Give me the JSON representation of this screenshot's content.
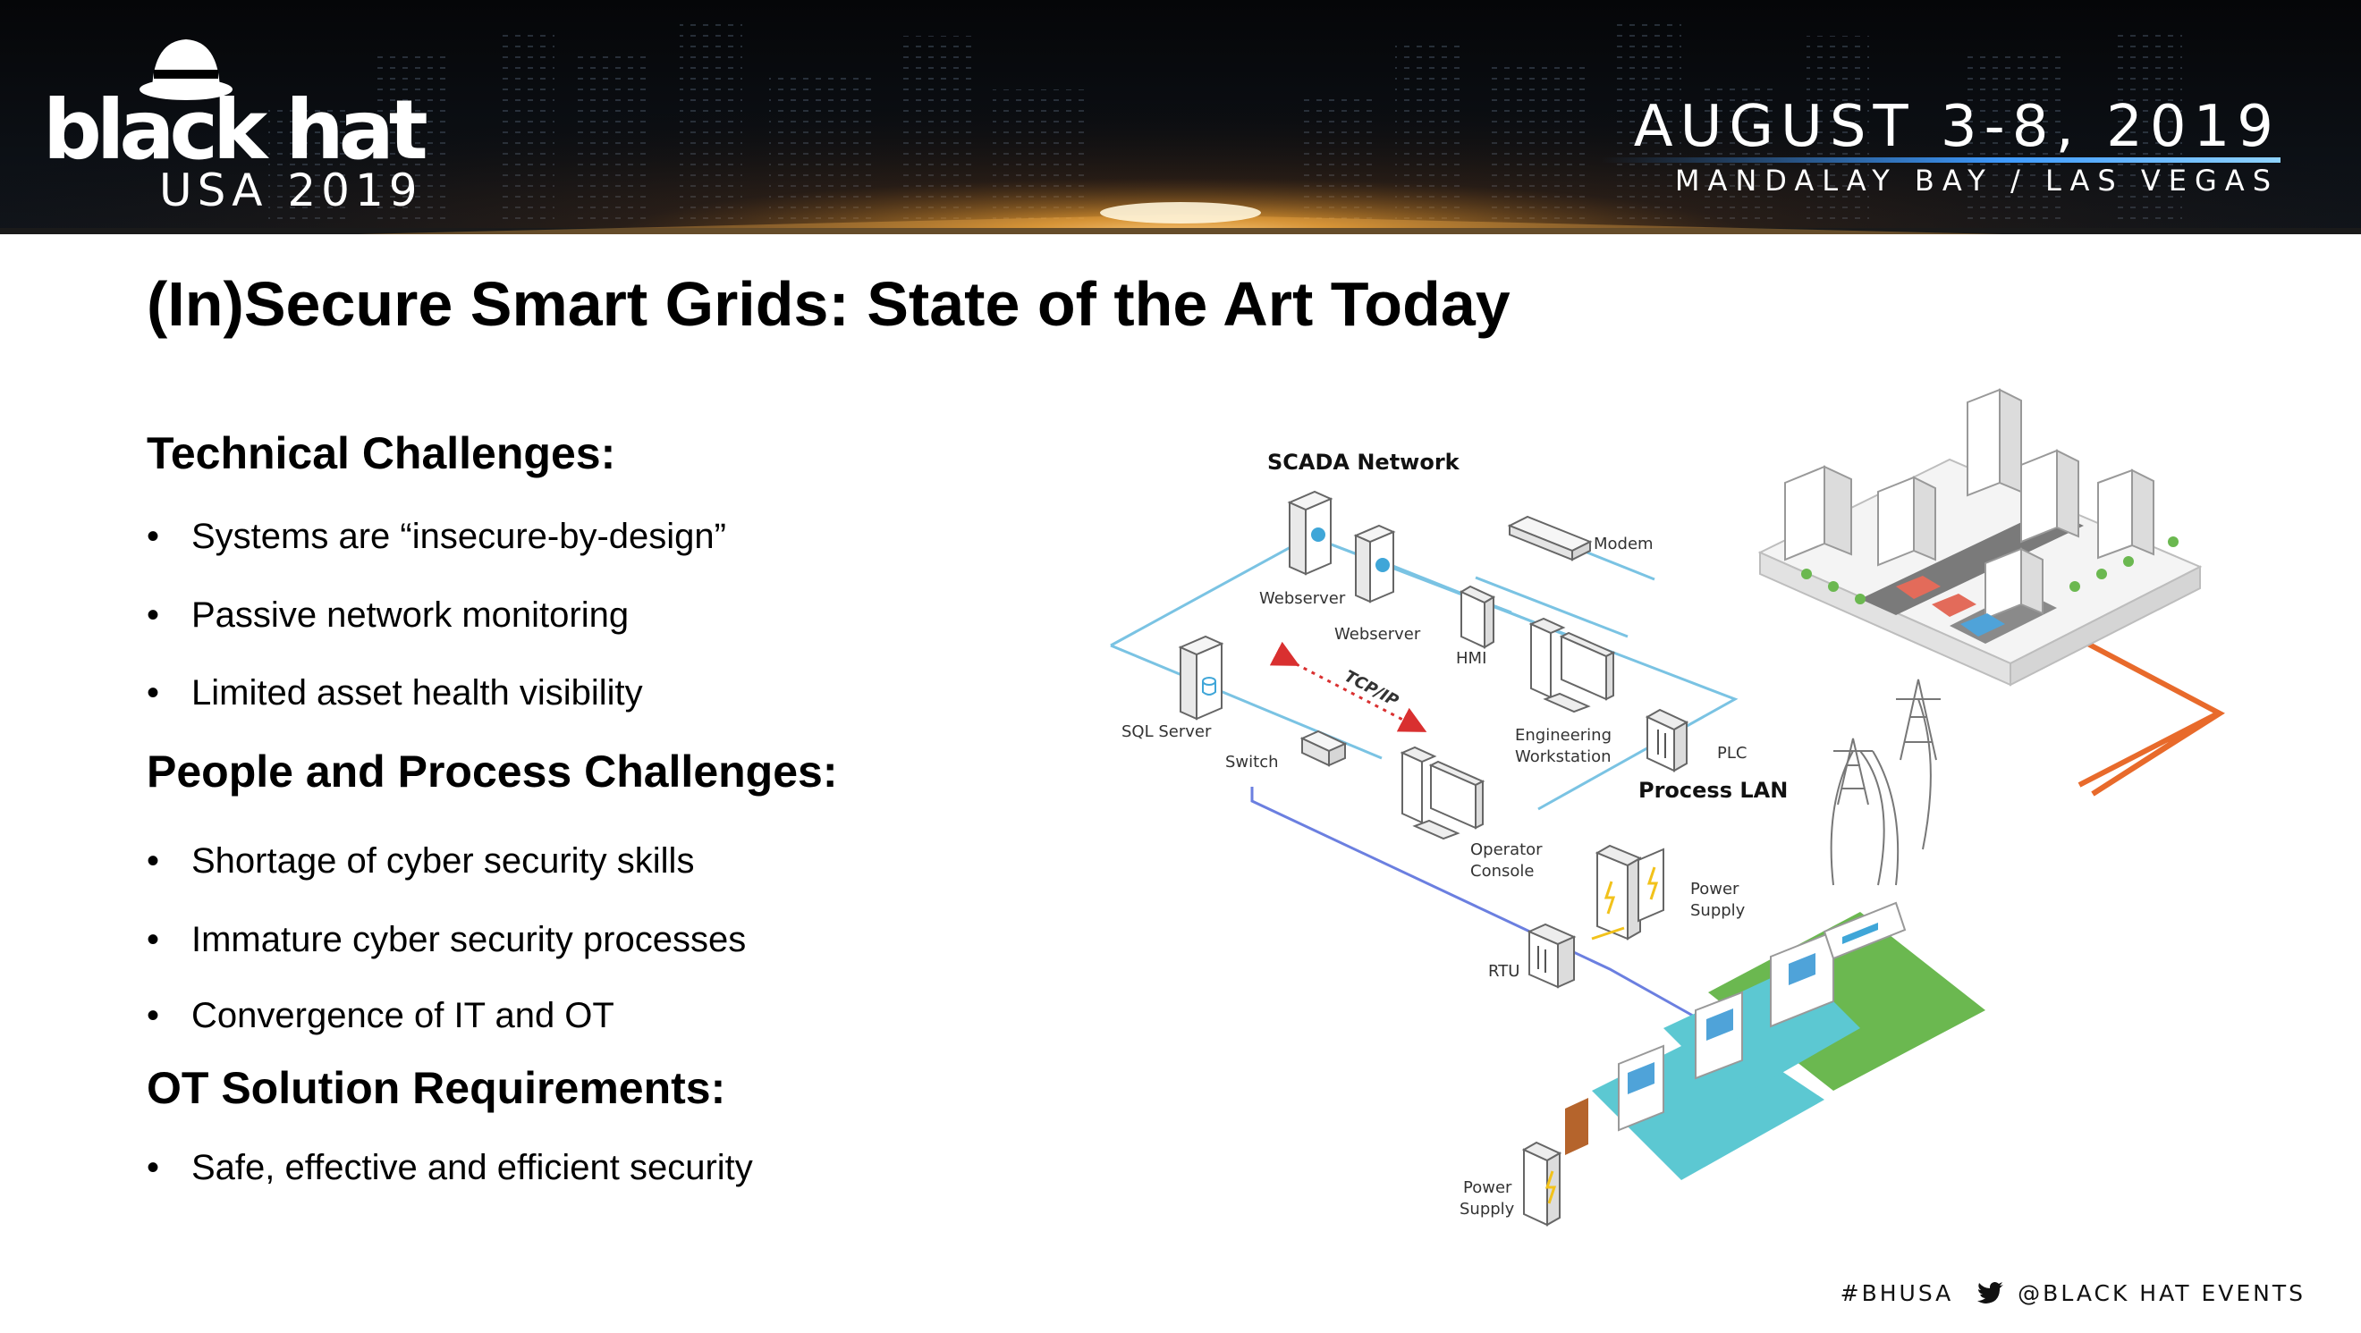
{
  "banner": {
    "brand_word": "black hat",
    "brand_sub": "USA 2019",
    "event_date": "AUGUST 3-8, 2019",
    "event_place": "MANDALAY BAY / LAS VEGAS"
  },
  "slide": {
    "title": "(In)Secure Smart Grids: State of the Art Today",
    "sections": [
      {
        "heading": "Technical Challenges:",
        "bullets": [
          "Systems are “insecure-by-design”",
          "Passive network monitoring",
          "Limited asset health visibility"
        ]
      },
      {
        "heading": "People and Process Challenges:",
        "bullets": [
          "Shortage of cyber security skills",
          "Immature cyber security processes",
          "Convergence of IT and OT"
        ]
      },
      {
        "heading": "OT Solution Requirements:",
        "bullets": [
          "Safe, effective and efficient security"
        ]
      }
    ]
  },
  "diagram": {
    "labels": {
      "scada": "SCADA Network",
      "webserver1": "Webserver",
      "webserver2": "Webserver",
      "modem": "Modem",
      "hmi": "HMI",
      "sql": "SQL Server",
      "switch": "Switch",
      "tcpip": "TCP/IP",
      "eng1": "Engineering",
      "eng2": "Workstation",
      "plc": "PLC",
      "process_lan": "Process LAN",
      "operator1": "Operator",
      "operator2": "Console",
      "power1a": "Power",
      "power1b": "Supply",
      "rtu": "RTU",
      "power2a": "Power",
      "power2b": "Supply"
    },
    "colors": {
      "scada_line": "#7ac3e3",
      "process_line": "#6b7fe0",
      "power_line": "#e86a2b",
      "water": "#5cc8d2",
      "land": "#6bb850",
      "arrow": "#d93030",
      "bolt": "#f2c21b"
    }
  },
  "footer": {
    "hashtag": "#BHUSA",
    "handle": "@BLACK HAT EVENTS"
  }
}
